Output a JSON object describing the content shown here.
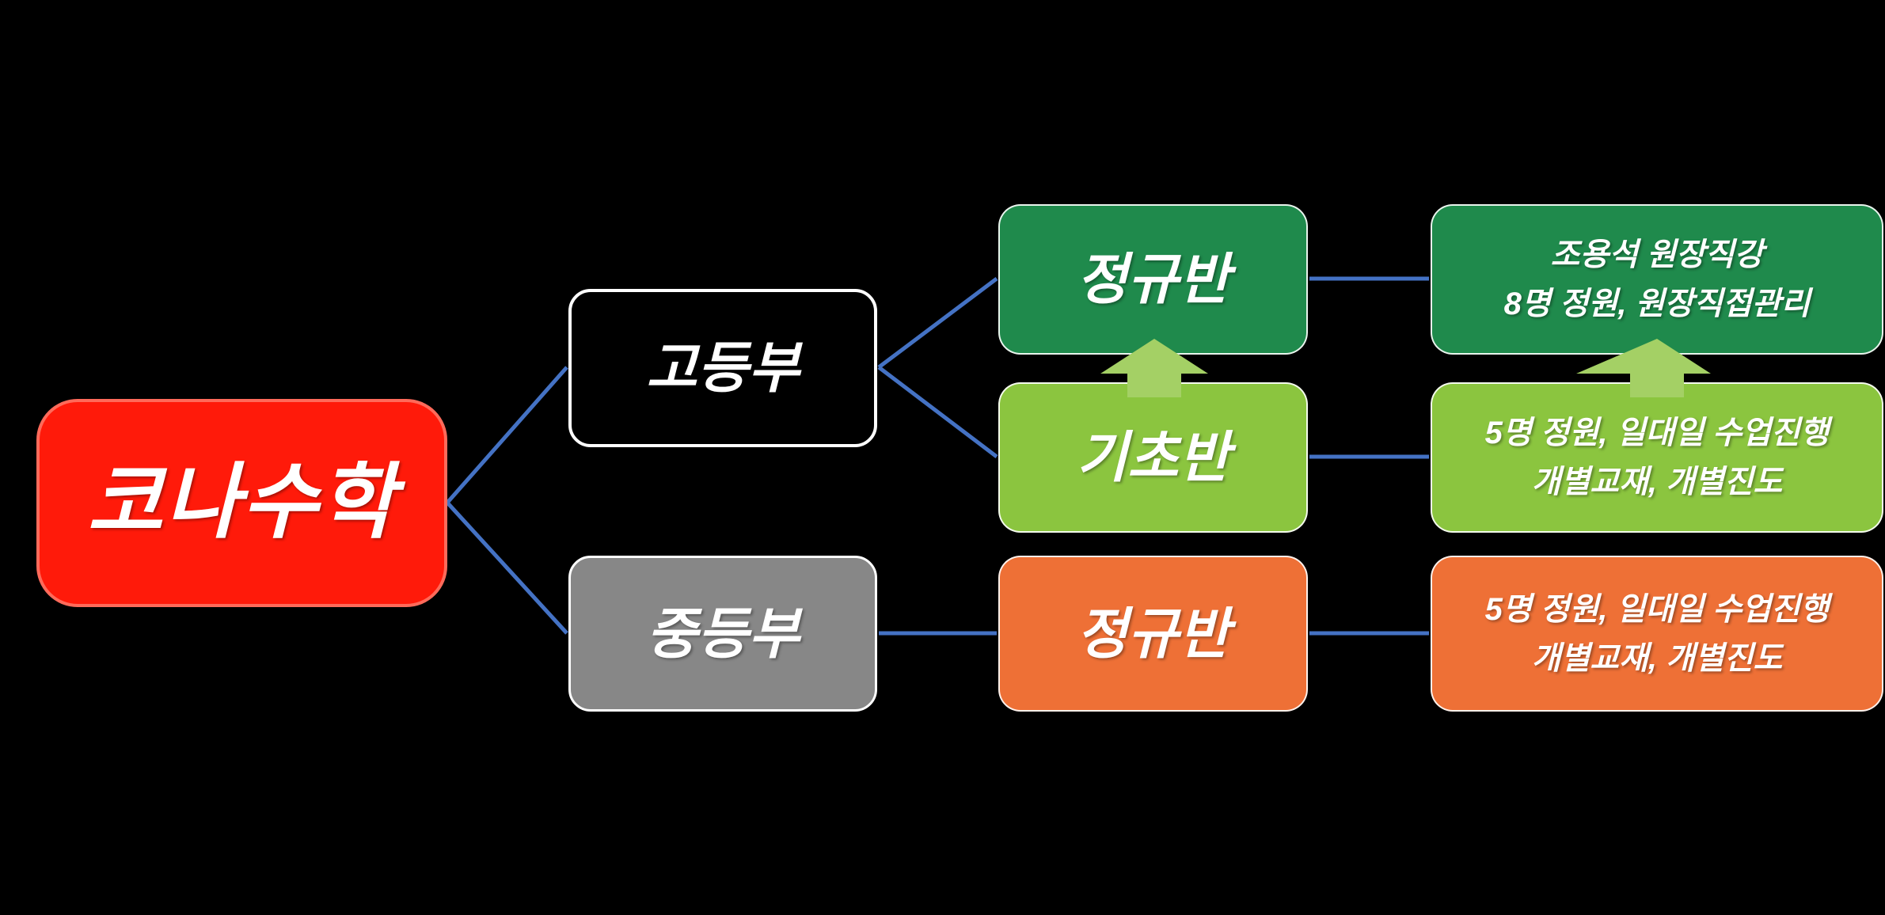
{
  "colors": {
    "background": "#000000",
    "root": "#FF1A0A",
    "black-box": "#000000",
    "gray": "#878787",
    "dark-green": "#1F8A4C",
    "light-green": "#8BC53F",
    "orange": "#EE7036",
    "line": "#4472C4",
    "arrow": "#A4D065",
    "text": "#FFFFFF"
  },
  "nodes": {
    "root": {
      "label": "코나수학"
    },
    "high": {
      "label": "고등부"
    },
    "middle": {
      "label": "중등부"
    },
    "high_regular": {
      "label": "정규반"
    },
    "high_basic": {
      "label": "기초반"
    },
    "middle_regular": {
      "label": "정규반"
    },
    "high_regular_detail": {
      "line1": "조용석 원장직강",
      "line2": "8명 정원, 원장직접관리"
    },
    "high_basic_detail": {
      "line1": "5명 정원, 일대일 수업진행",
      "line2": "개별교재, 개별진도"
    },
    "middle_regular_detail": {
      "line1": "5명 정원, 일대일 수업진행",
      "line2": "개별교재, 개별진도"
    }
  }
}
